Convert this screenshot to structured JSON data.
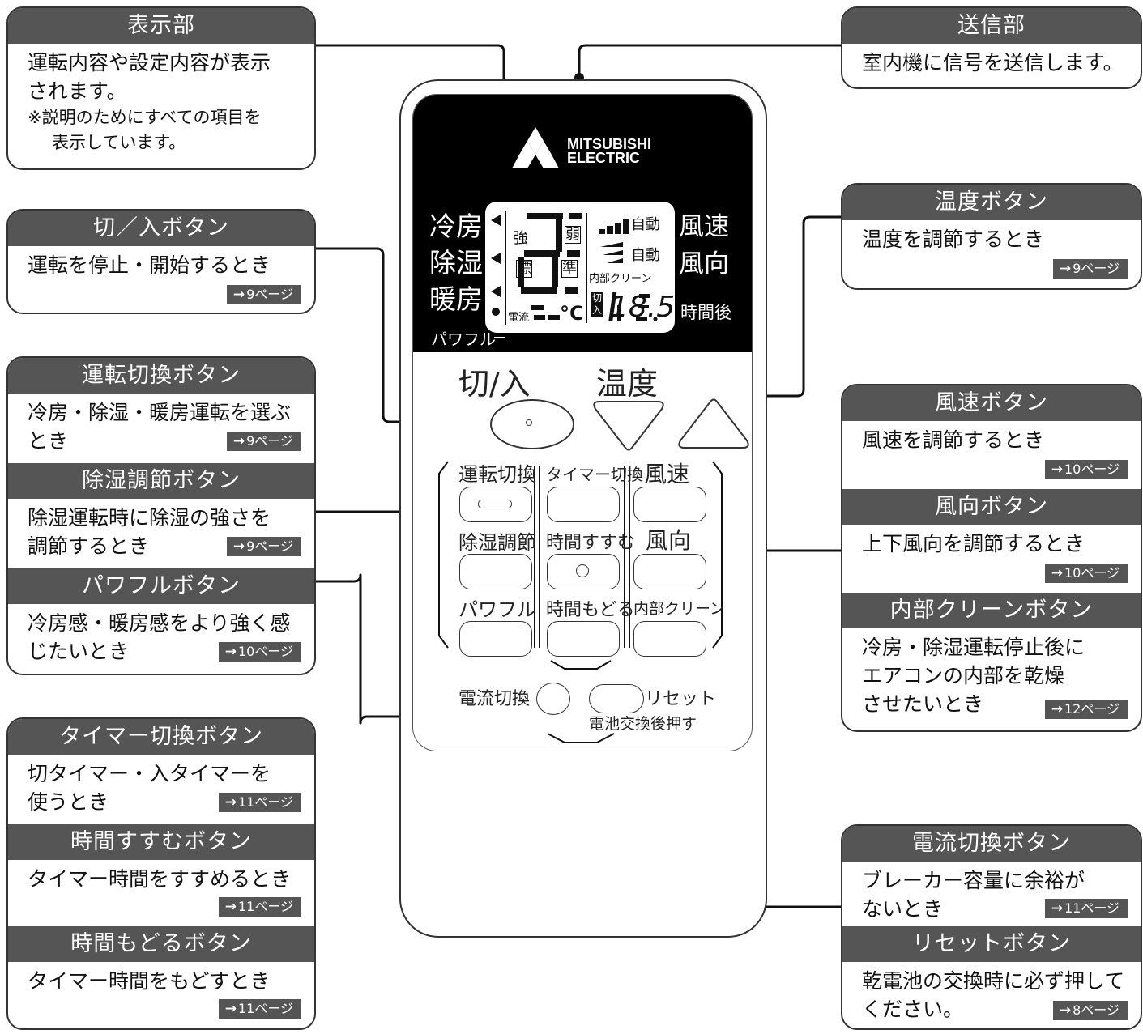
{
  "callouts": {
    "display": {
      "title": "表示部",
      "lines": [
        "運転内容や設定内容が表示",
        "されます。"
      ],
      "note_lines": [
        "※説明のためにすべての項目を",
        "表示しています。"
      ]
    },
    "transmitter": {
      "title": "送信部",
      "lines": [
        "室内機に信号を送信します。"
      ]
    },
    "onoff": {
      "title": "切／入ボタン",
      "lines": [
        "運転を停止・開始するとき"
      ],
      "ref": "9ページ"
    },
    "temp": {
      "title": "温度ボタン",
      "lines": [
        "温度を調節するとき"
      ],
      "ref": "9ページ"
    },
    "mode": {
      "title": "運転切換ボタン",
      "lines": [
        "冷房・除湿・暖房運転を選ぶ",
        "とき"
      ],
      "ref": "9ページ"
    },
    "dehum": {
      "title": "除湿調節ボタン",
      "lines": [
        "除湿運転時に除湿の強さを",
        "調節するとき"
      ],
      "ref": "9ページ"
    },
    "powerful": {
      "title": "パワフルボタン",
      "lines": [
        "冷房感・暖房感をより強く感",
        "じたいとき"
      ],
      "ref": "10ページ"
    },
    "fanspeed": {
      "title": "風速ボタン",
      "lines": [
        "風速を調節するとき"
      ],
      "ref": "10ページ"
    },
    "airdir": {
      "title": "風向ボタン",
      "lines": [
        "上下風向を調節するとき"
      ],
      "ref": "10ページ"
    },
    "clean": {
      "title": "内部クリーンボタン",
      "lines": [
        "冷房・除湿運転停止後に",
        "エアコンの内部を乾燥",
        "させたいとき"
      ],
      "ref": "12ページ"
    },
    "timersel": {
      "title": "タイマー切換ボタン",
      "lines": [
        "切タイマー・入タイマーを",
        "使うとき"
      ],
      "ref": "11ページ"
    },
    "timeadv": {
      "title": "時間すすむボタン",
      "lines": [
        "タイマー時間をすすめるとき"
      ],
      "ref": "11ページ"
    },
    "timeback": {
      "title": "時間もどるボタン",
      "lines": [
        "タイマー時間をもどすとき"
      ],
      "ref": "11ページ"
    },
    "current": {
      "title": "電流切換ボタン",
      "lines": [
        "ブレーカー容量に余裕が",
        "ないとき"
      ],
      "ref": "11ページ"
    },
    "reset": {
      "title": "リセットボタン",
      "lines": [
        "乾電池の交換時に必ず押して",
        "ください。"
      ],
      "ref": "8ページ"
    }
  },
  "remote": {
    "brand_line1": "MITSUBISHI",
    "brand_line2": "ELECTRIC",
    "modes": [
      "冷房",
      "除湿",
      "暖房"
    ],
    "powerful_tag": "パワフル",
    "right_labels": [
      "風速",
      "風向"
    ],
    "timer_after": "時間後",
    "lcd": {
      "strong": "強",
      "weak": "弱",
      "standard": "標",
      "semi": "準",
      "auto1": "自動",
      "auto2": "自動",
      "clean": "内部クリーン",
      "current": "電流",
      "celsius": "°C",
      "off_on": "切入",
      "time": "18.5"
    },
    "onoff_label": "切/入",
    "temp_label": "温度",
    "col_labels": [
      "運転切換",
      "タイマー切換",
      "風速"
    ],
    "row2_labels": [
      "除湿調節",
      "時間すすむ",
      "風向"
    ],
    "row3_labels": [
      "パワフル",
      "時間もどる",
      "内部クリーン"
    ],
    "current_switch": "電流切換",
    "reset": "リセット",
    "reset_note": "電池交換後押す"
  }
}
